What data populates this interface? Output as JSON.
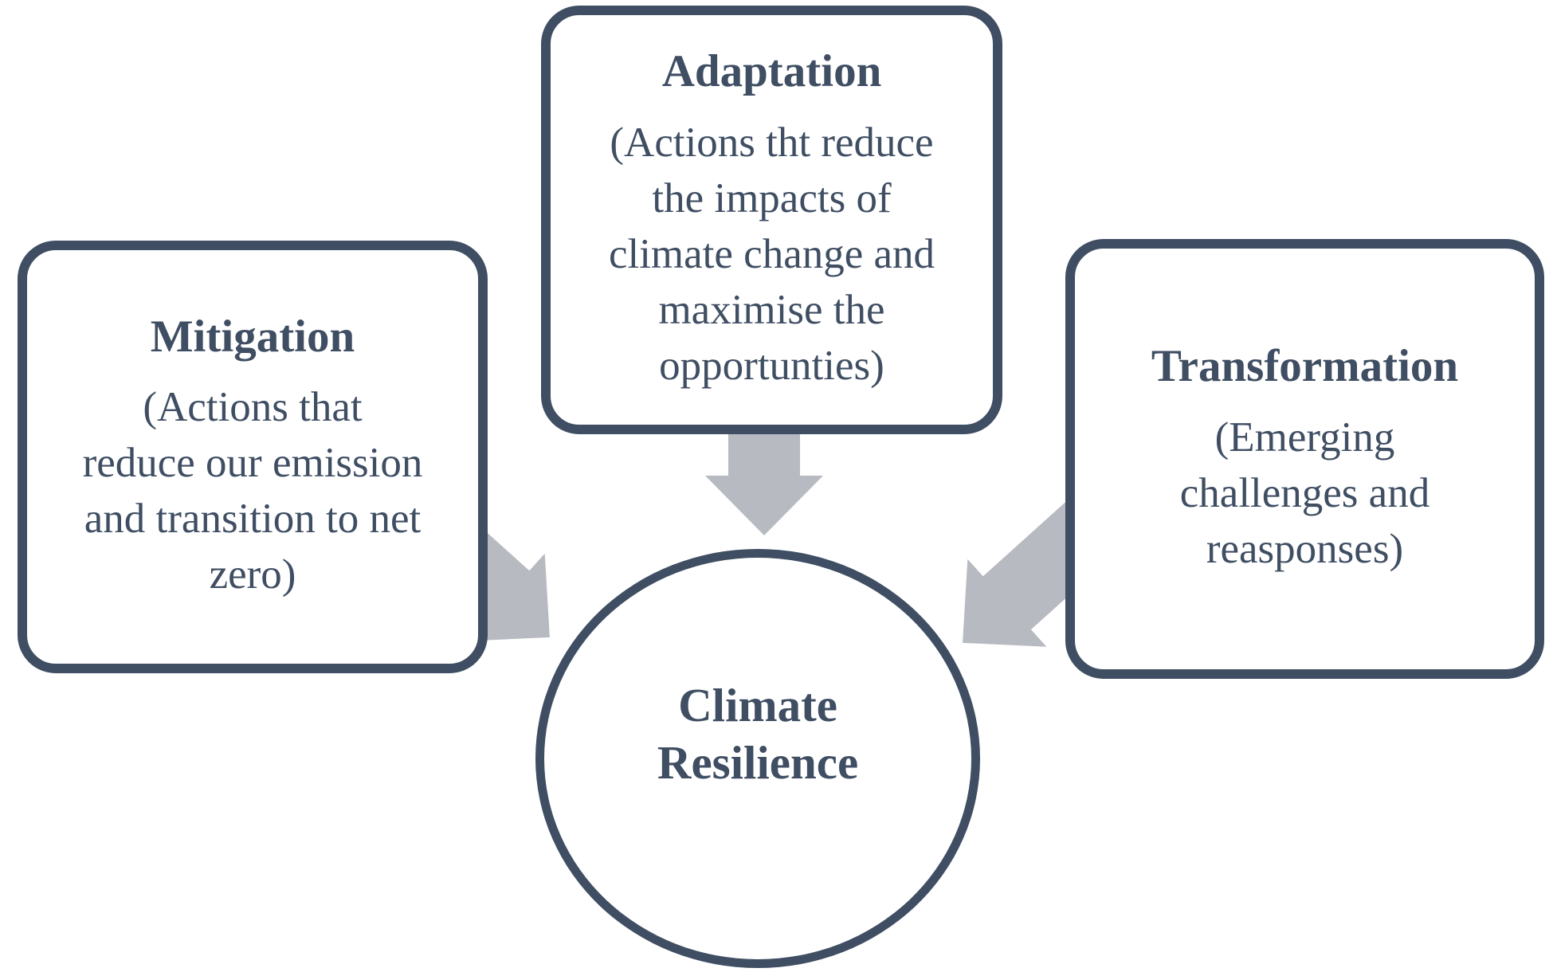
{
  "colors": {
    "ink": "#3f4e63",
    "arrow_gray": "#b7bac0",
    "background": "#ffffff"
  },
  "boxes": {
    "mitigation": {
      "title": "Mitigation",
      "body": "(Actions that\nreduce our emission\nand transition to net\nzero)"
    },
    "adaptation": {
      "title": "Adaptation",
      "body": "(Actions tht reduce\nthe impacts of\nclimate change and\nmaximise the\nopportunties)"
    },
    "transformation": {
      "title": "Transformation",
      "body": "(Emerging\nchallenges and\nreasponses)"
    }
  },
  "center": {
    "label": "Climate\nResilience"
  },
  "icons": {
    "arrows": [
      {
        "name": "adaptation-arrow-icon",
        "direction": "down"
      },
      {
        "name": "mitigation-arrow-icon",
        "direction": "down-right"
      },
      {
        "name": "transformation-arrow-icon",
        "direction": "down-left"
      }
    ]
  }
}
